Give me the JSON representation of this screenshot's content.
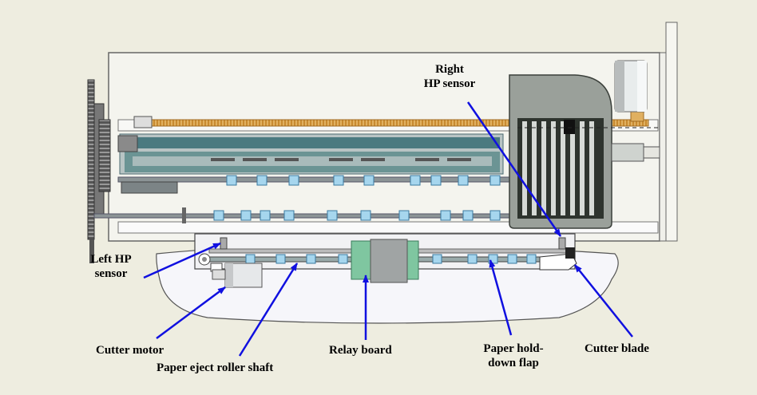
{
  "labels": {
    "right_hp_sensor": [
      "Right",
      "HP sensor"
    ],
    "left_hp_sensor": [
      "Left HP",
      "sensor"
    ],
    "cutter_motor": "Cutter motor",
    "paper_eject_roller_shaft": "Paper eject roller shaft",
    "relay_board": "Relay board",
    "paper_hold_down_flap": [
      "Paper hold-",
      "down flap"
    ],
    "cutter_blade": "Cutter blade"
  },
  "colors": {
    "background": "#eeede0",
    "arrow": "#1010e0",
    "head_gray": "#9aa09a",
    "relay_board_green": "#7fc6a0",
    "roller_blue": "#a6d6ee",
    "belt_orange": "#d8a040",
    "carriage_teal": "#4a7a80"
  }
}
